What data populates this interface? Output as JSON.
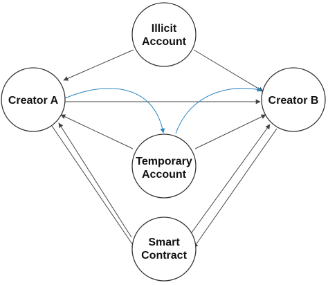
{
  "nodes": {
    "illicit": {
      "line1": "Illicit",
      "line2": "Account"
    },
    "creator_a": {
      "label": "Creator A"
    },
    "creator_b": {
      "label": "Creator B"
    },
    "temporary": {
      "line1": "Temporary",
      "line2": "Account"
    },
    "smart": {
      "line1": "Smart",
      "line2": "Contract"
    }
  },
  "colors": {
    "edge": "#444444",
    "highlight_edge": "#2e86c1",
    "node_stroke": "#333333"
  }
}
